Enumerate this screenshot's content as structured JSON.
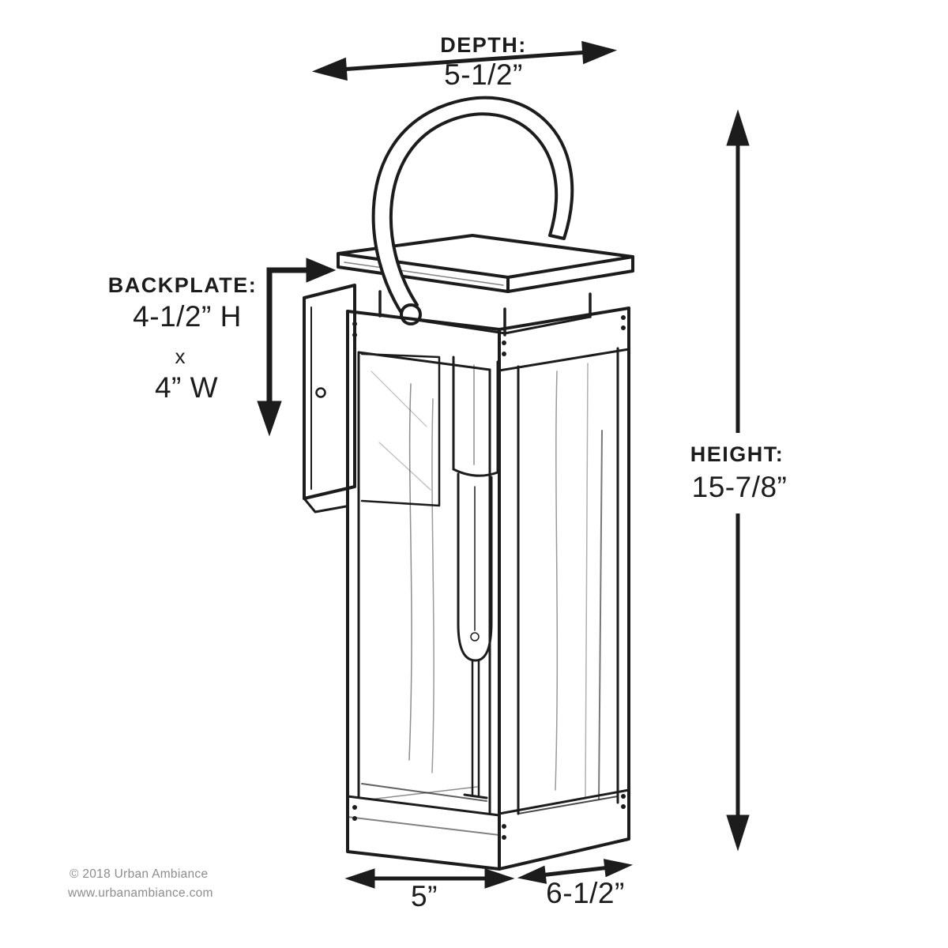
{
  "colors": {
    "ink": "#1c1c1c",
    "muted": "#8c8c8c",
    "background": "#ffffff"
  },
  "drawing": {
    "name": "outdoor-wall-lantern-technical-sketch"
  },
  "dimensions": {
    "depth": {
      "label": "DEPTH:",
      "value": "5-1/2”"
    },
    "height": {
      "label": "HEIGHT:",
      "value": "15-7/8”"
    },
    "backplate": {
      "label": "BACKPLATE:",
      "height": "4-1/2” H",
      "separator": "x",
      "width": "4” W"
    },
    "base": {
      "front_width": "5”",
      "side_depth": "6-1/2”"
    }
  },
  "footer": {
    "copyright": "© 2018 Urban Ambiance",
    "website": "www.urbanambiance.com"
  }
}
